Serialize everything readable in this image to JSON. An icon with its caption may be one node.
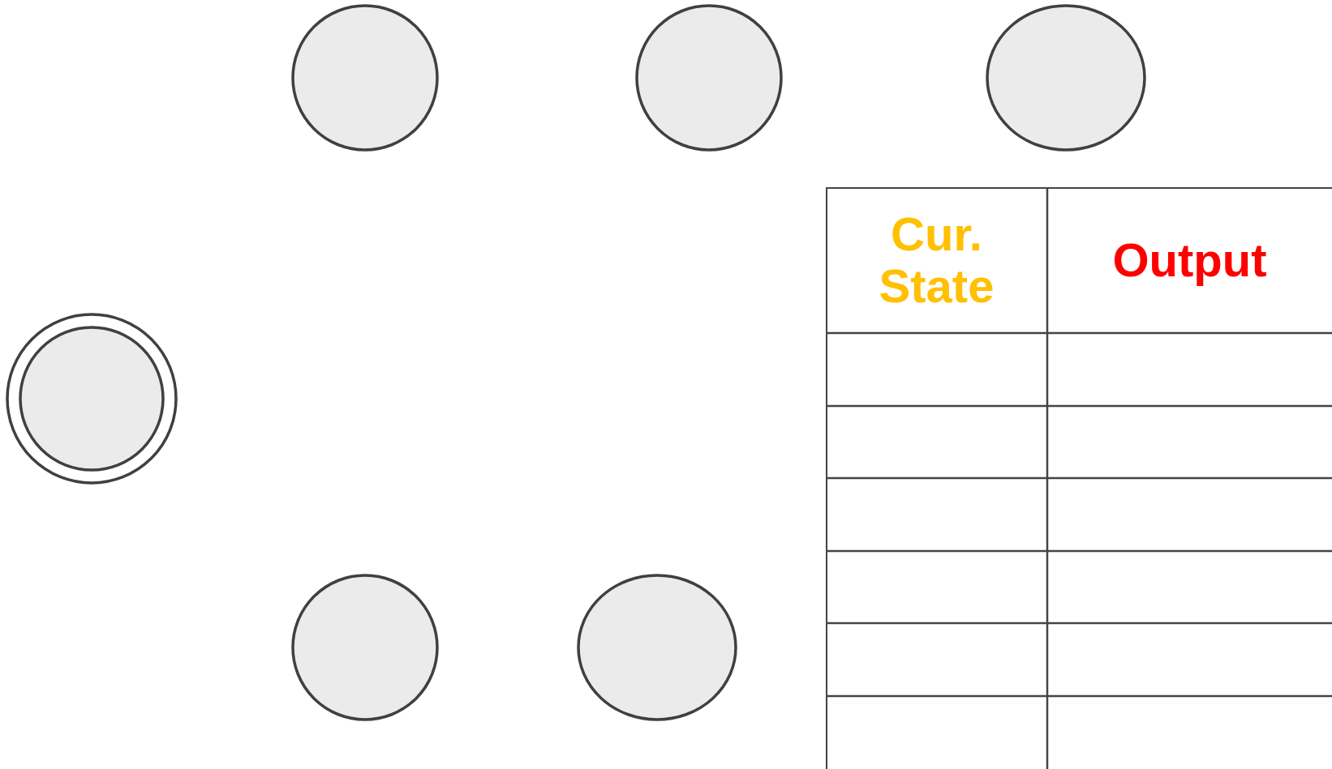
{
  "diagram": {
    "nodes": [
      {
        "text": [],
        "shape": "circle"
      },
      {
        "text": [],
        "shape": "circle"
      },
      {
        "text": [],
        "shape": "circle"
      },
      {
        "text": [],
        "shape": "circle"
      },
      {
        "text": [],
        "shape": "circle"
      },
      {
        "text": [],
        "shape": "circle"
      }
    ],
    "edges": [],
    "labels": [
      "Cur. State",
      "Output"
    ]
  }
}
